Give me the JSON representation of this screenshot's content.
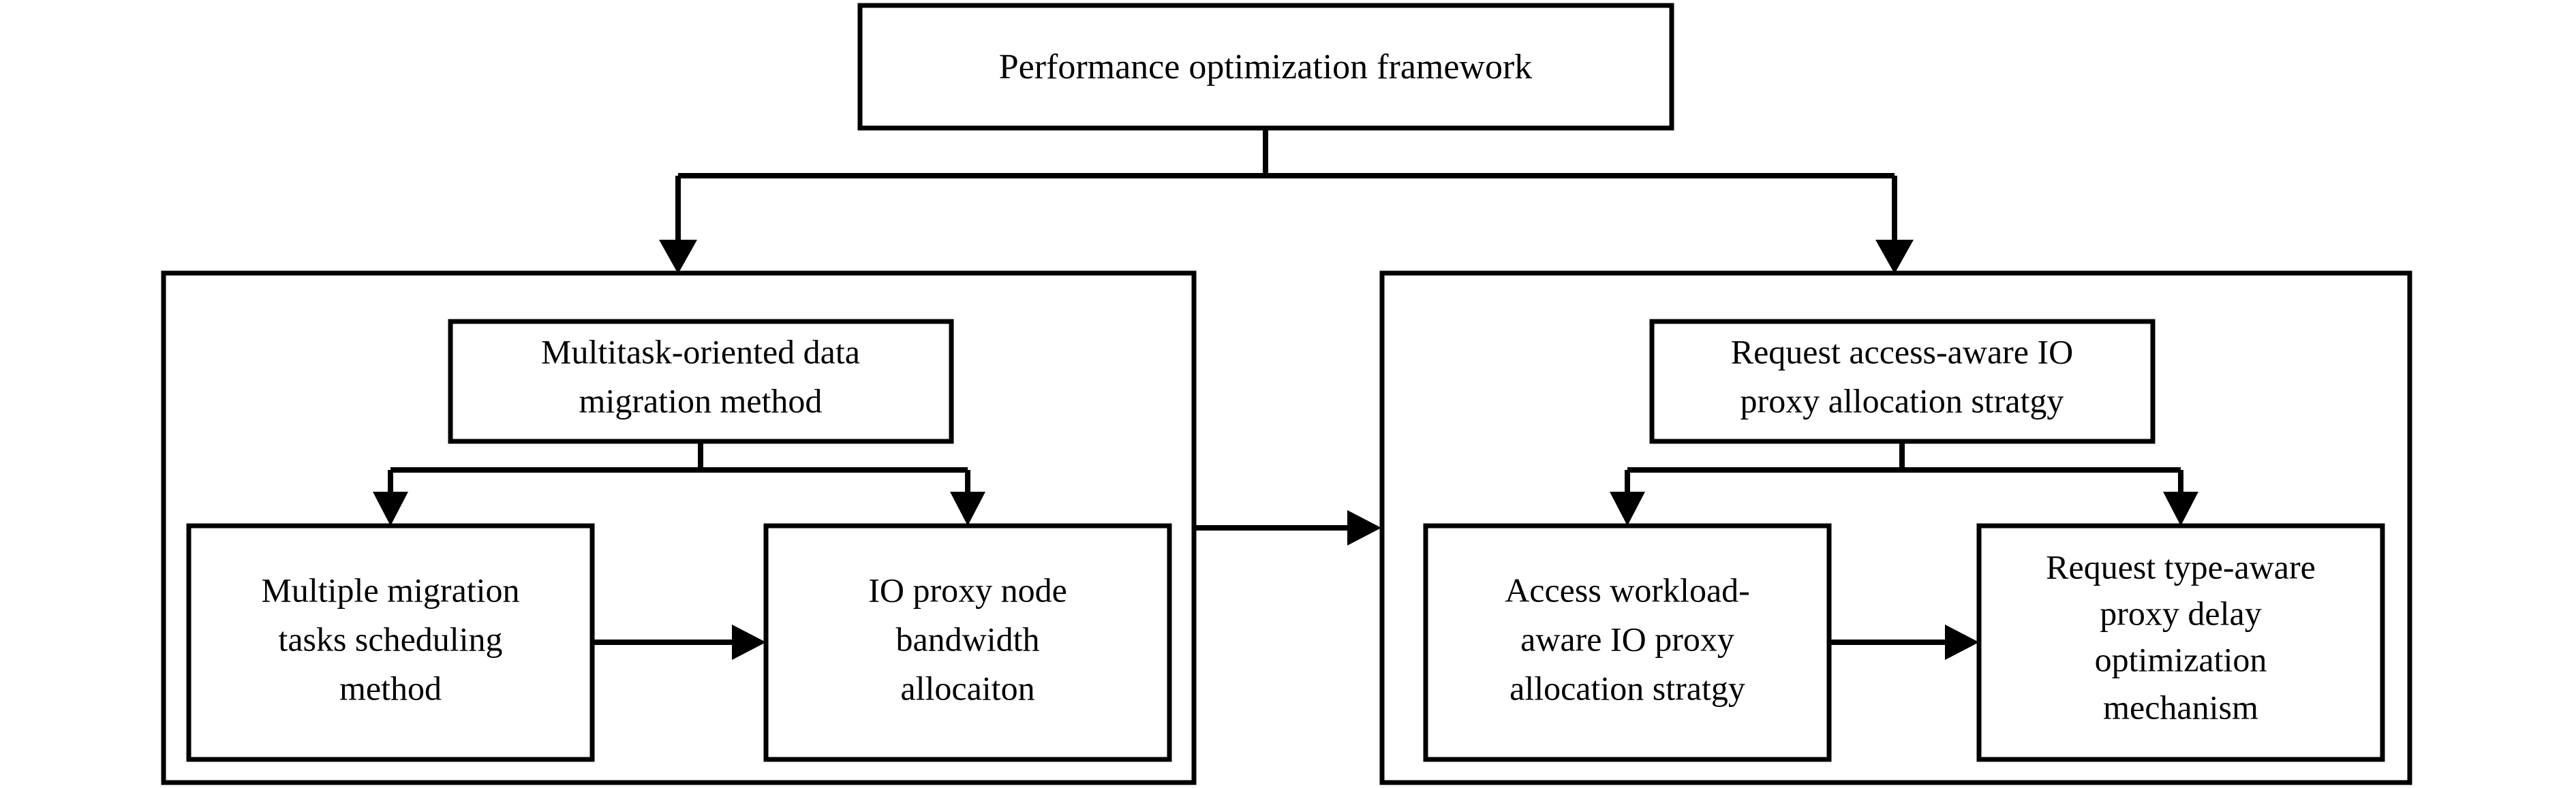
{
  "diagram": {
    "title": "Performance optimization framework",
    "type": "hierarchical-block-diagram",
    "background_color": "#ffffff",
    "line_color": "#000000",
    "text_color": "#000000",
    "root": {
      "label": "Performance optimization framework"
    },
    "groups": [
      {
        "id": "left-group",
        "head": {
          "label_line1": "Multitask-oriented data",
          "label_line2": "migration method"
        },
        "children": [
          {
            "id": "left-child-1",
            "label_line1": "Multiple migration",
            "label_line2": "tasks scheduling",
            "label_line3": "method"
          },
          {
            "id": "left-child-2",
            "label_line1": "IO proxy node",
            "label_line2": "bandwidth",
            "label_line3": "allocaiton"
          }
        ]
      },
      {
        "id": "right-group",
        "head": {
          "label_line1": "Request access-aware IO",
          "label_line2": "proxy allocation stratgy"
        },
        "children": [
          {
            "id": "right-child-1",
            "label_line1": "Access workload-",
            "label_line2": "aware IO proxy",
            "label_line3": "allocation stratgy"
          },
          {
            "id": "right-child-2",
            "label_line1": "Request type-aware",
            "label_line2": "proxy delay",
            "label_line3": "optimization",
            "label_line4": "mechanism"
          }
        ]
      }
    ],
    "connectors": [
      {
        "id": "root-to-left-group",
        "kind": "arrow-down"
      },
      {
        "id": "root-to-right-group",
        "kind": "arrow-down"
      },
      {
        "id": "left-head-to-child1",
        "kind": "arrow-down"
      },
      {
        "id": "left-head-to-child2",
        "kind": "arrow-down"
      },
      {
        "id": "left-child1-to-child2",
        "kind": "arrow-right"
      },
      {
        "id": "left-group-to-right-group",
        "kind": "arrow-right"
      },
      {
        "id": "right-head-to-child1",
        "kind": "arrow-down"
      },
      {
        "id": "right-head-to-child2",
        "kind": "arrow-down"
      },
      {
        "id": "right-child1-to-child2",
        "kind": "arrow-right"
      }
    ]
  }
}
